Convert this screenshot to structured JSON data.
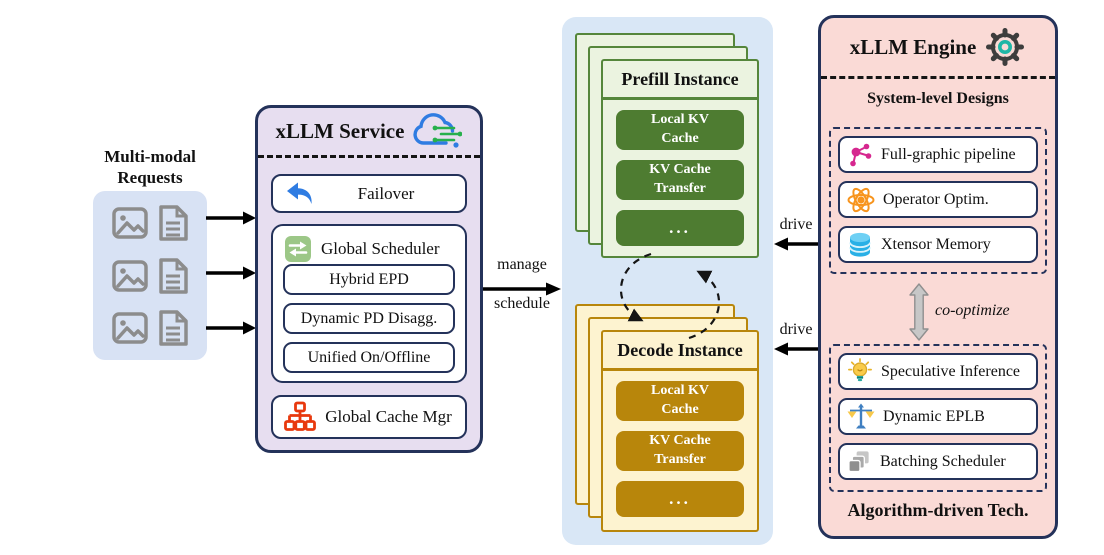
{
  "requests": {
    "title_line1": "Multi-modal",
    "title_line2": "Requests"
  },
  "service": {
    "title": "xLLM Service",
    "failover_label": "Failover",
    "scheduler_title": "Global Scheduler",
    "scheduler_items": [
      "Hybrid EPD",
      "Dynamic PD Disagg.",
      "Unified On/Offline"
    ],
    "cache_mgr_label": "Global Cache Mgr"
  },
  "flow": {
    "manage_label": "manage",
    "schedule_label": "schedule",
    "drive_label": "drive",
    "co_optimize_label": "co-optimize"
  },
  "instances": {
    "prefill": {
      "title": "Prefill Instance",
      "items": [
        "Local KV\nCache",
        "KV Cache\nTransfer",
        "..."
      ]
    },
    "decode": {
      "title": "Decode Instance",
      "items": [
        "Local KV\nCache",
        "KV Cache\nTransfer",
        "..."
      ]
    }
  },
  "engine": {
    "title": "xLLM Engine",
    "system_header": "System-level Designs",
    "system_items": [
      "Full-graphic pipeline",
      "Operator Optim.",
      "Xtensor Memory"
    ],
    "algo_items": [
      "Speculative Inference",
      "Dynamic EPLB",
      "Batching Scheduler"
    ],
    "algo_header": "Algorithm-driven Tech."
  },
  "colors": {
    "navy_border": "#24325a",
    "requests_bg": "#d8e2f4",
    "service_bg": "#e7def0",
    "panel_bg": "#d9e7f6",
    "prefill_card_bg": "#ebf3e0",
    "prefill_border": "#55863b",
    "prefill_block": "#4e7c31",
    "decode_card_bg": "#fdf3d0",
    "decode_border": "#b8860b",
    "decode_block": "#b8860b",
    "engine_bg": "#fadad6",
    "icon_gray": "#8c8c8c",
    "failover_blue": "#2f7ce2",
    "scheduler_green": "#9cc787",
    "cache_red": "#e8380d",
    "pipeline_pink": "#d6278f",
    "operator_orange": "#f7941d",
    "memory_blue": "#29b0e6",
    "gear_teal": "#1fb6a6"
  }
}
